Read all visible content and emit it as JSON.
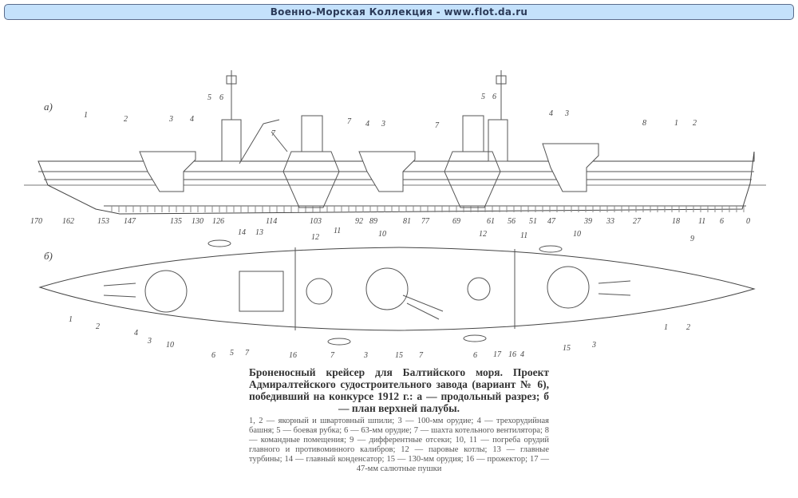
{
  "header": {
    "title": "Военно-Морская Коллекция - www.flot.da.ru"
  },
  "figure": {
    "label_a": "а)",
    "label_b": "б)",
    "frame_numbers": [
      "170",
      "162",
      "153",
      "147",
      "135",
      "130",
      "126",
      "114",
      "103",
      "92",
      "89",
      "81",
      "77",
      "69",
      "61",
      "56",
      "51",
      "47",
      "39",
      "33",
      "27",
      "18",
      "11",
      "6",
      "0"
    ],
    "profile_callouts": [
      "1",
      "2",
      "3",
      "4",
      "5",
      "6",
      "7",
      "7",
      "4",
      "3",
      "7",
      "5",
      "6",
      "4",
      "3",
      "8",
      "1",
      "2",
      "14",
      "13",
      "12",
      "11",
      "10",
      "12",
      "11",
      "10",
      "9"
    ],
    "plan_callouts": [
      "1",
      "2",
      "4",
      "3",
      "10",
      "6",
      "5",
      "7",
      "16",
      "7",
      "3",
      "15",
      "7",
      "6",
      "17",
      "16",
      "4",
      "15",
      "3",
      "1",
      "2"
    ]
  },
  "caption": {
    "title": "Броненосный крейсер для Балтийского моря. Проект Адмиралтейского судостроительного завода (вариант № 6), победивший на конкурсе 1912 г.: а — продольный разрез; б — план верхней палубы.",
    "legend": "1, 2 — якорный и швартовный шпили; 3 — 100-мм орудие; 4 — трехорудийная башня; 5 — боевая рубка; 6 — 63-мм орудие; 7 — шахта котельного вентилятора; 8 — командные помещения; 9 — дифферентные отсеки; 10, 11 — погреба орудий главного и противоминного калибров; 12 — паровые котлы; 13 — главные турбины; 14 — главный конденсатор; 15 — 130-мм орудия; 16 — прожектор; 17 — 47-мм салютные пушки"
  }
}
